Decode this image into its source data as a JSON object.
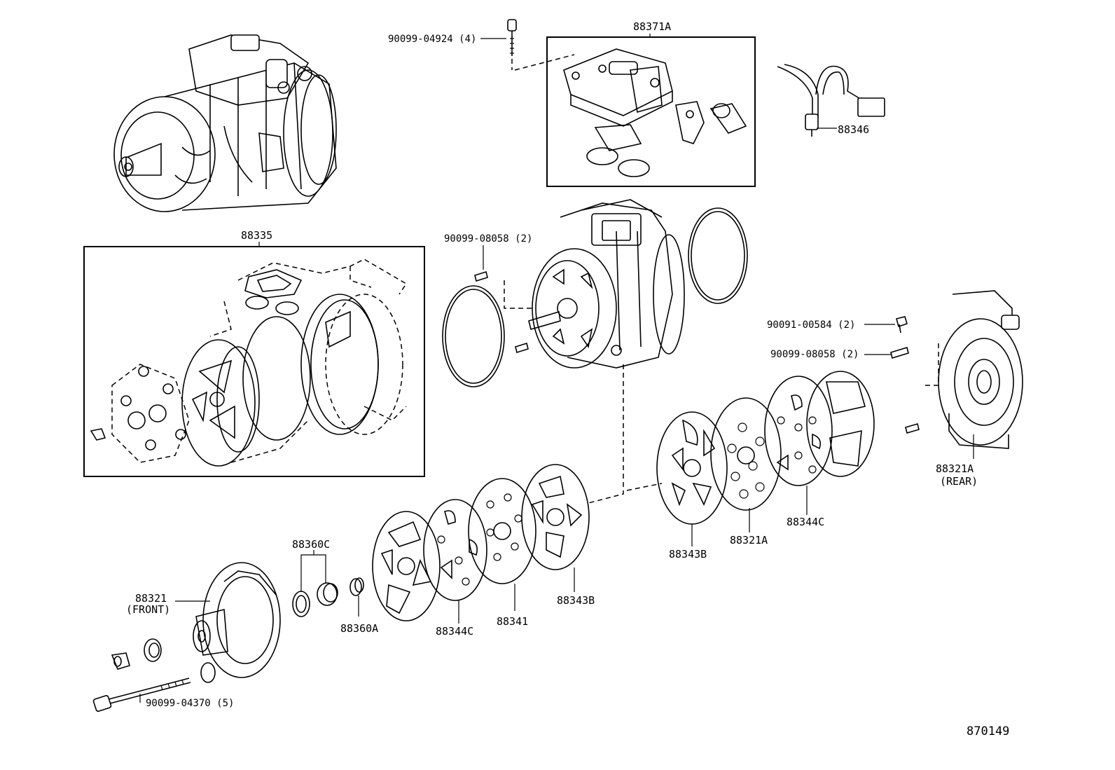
{
  "labels": {
    "p_90099_04924": "90099-04924 (4)",
    "p_88371A_top": "88371A",
    "p_88346": "88346",
    "p_88335": "88335",
    "p_90099_08058_a": "90099-08058 (2)",
    "p_90091_00584": "90091-00584 (2)",
    "p_90099_08058_b": "90099-08058 (2)",
    "p_88321A_rear": "88321A",
    "p_rear": "(REAR)",
    "p_88343B_right": "88343B",
    "p_88321A_mid": "88321A",
    "p_88344C_right": "88344C",
    "p_88360C": "88360C",
    "p_88321_front": "88321",
    "p_front": "(FRONT)",
    "p_88360A": "88360A",
    "p_88344C_left": "88344C",
    "p_88341": "88341",
    "p_88343B_left": "88343B",
    "p_90099_04370": "90099-04370 (5)",
    "diagram_number": "870149"
  }
}
